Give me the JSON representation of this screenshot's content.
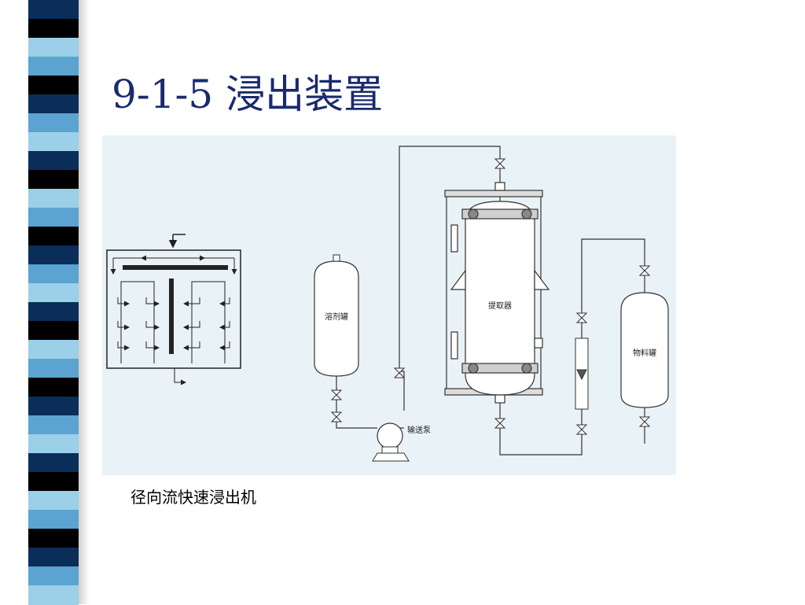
{
  "slide": {
    "title": "9-1-5 浸出装置",
    "caption": "径向流快速浸出机"
  },
  "decoration": {
    "stripe_colors": [
      "#0b2d59",
      "#2f6fd6",
      "#5ba3d0",
      "#eae7c0",
      "#000000",
      "#1e7fc0",
      "#9ccfe8",
      "#13396d"
    ]
  },
  "diagram": {
    "labels": {
      "solvent_tank": "溶剂罐",
      "extractor": "提取器",
      "material_tank": "物料罐",
      "pump": "输送泵"
    }
  }
}
